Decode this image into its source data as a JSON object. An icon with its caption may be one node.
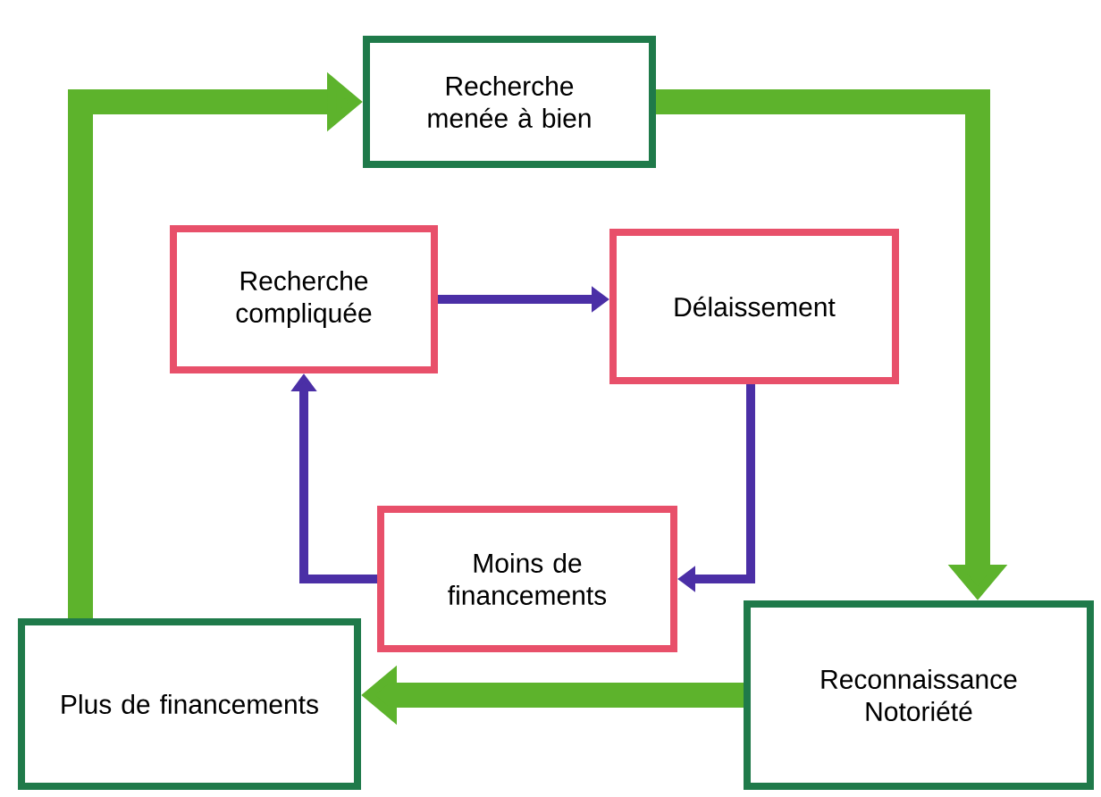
{
  "diagram": {
    "nodes": [
      {
        "text": [
          "Recherche menée à bien"
        ]
      },
      {
        "text": [
          "Recherche compliquée"
        ]
      },
      {
        "text": [
          "Délaissement"
        ]
      },
      {
        "text": [
          "Moins de financements"
        ]
      },
      {
        "text": [
          "Plus de financements"
        ]
      },
      {
        "text": [
          "Reconnaissance Notoriété"
        ]
      }
    ],
    "edges": [
      {
        "from": 4,
        "to": 0,
        "arrow": "to",
        "style": "thick",
        "color": "#5db32c"
      },
      {
        "from": 0,
        "to": 5,
        "arrow": "to",
        "style": "thick",
        "color": "#5db32c"
      },
      {
        "from": 5,
        "to": 4,
        "arrow": "to",
        "style": "thick",
        "color": "#5db32c"
      },
      {
        "from": 1,
        "to": 2,
        "arrow": "to",
        "color": "#4b2fa6"
      },
      {
        "from": 2,
        "to": 3,
        "arrow": "to",
        "color": "#4b2fa6"
      },
      {
        "from": 3,
        "to": 1,
        "arrow": "to",
        "color": "#4b2fa6"
      }
    ]
  }
}
